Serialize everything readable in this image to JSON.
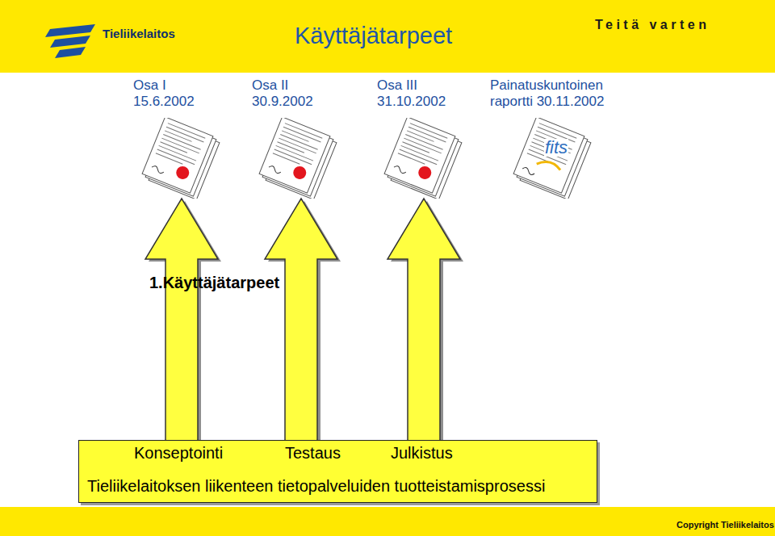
{
  "diagram": {
    "title": "Käyttäjätarpeet",
    "nodes": [
      {
        "text": [
          "Osa I",
          "15.6.2002"
        ]
      },
      {
        "text": [
          "Osa II",
          "30.9.2002"
        ]
      },
      {
        "text": [
          "Osa III",
          "31.10.2002"
        ]
      },
      {
        "text": [
          "Painatuskuntoinen",
          "raportti 30.11.2002",
          "fits"
        ]
      },
      {
        "text": [
          "1.Käyttäjätarpeet"
        ]
      },
      {
        "text": [
          "Tieliikelaitoksen liikenteen tietopalveluiden tuotteistamisprosessi"
        ]
      },
      {
        "text": [
          "Konseptointi"
        ],
        "in": 5
      },
      {
        "text": [
          "Testaus"
        ],
        "in": 5
      },
      {
        "text": [
          "Julkistus"
        ],
        "in": 5
      }
    ],
    "edges": [
      {
        "from": 6,
        "to": 0,
        "arrow": "to"
      },
      {
        "from": 7,
        "to": 1,
        "arrow": "to"
      },
      {
        "from": 8,
        "to": 2,
        "arrow": "to"
      }
    ],
    "labels": [
      "Tieliikelaitos",
      "Teitä varten",
      "Copyright Tieliikelaitos"
    ]
  }
}
